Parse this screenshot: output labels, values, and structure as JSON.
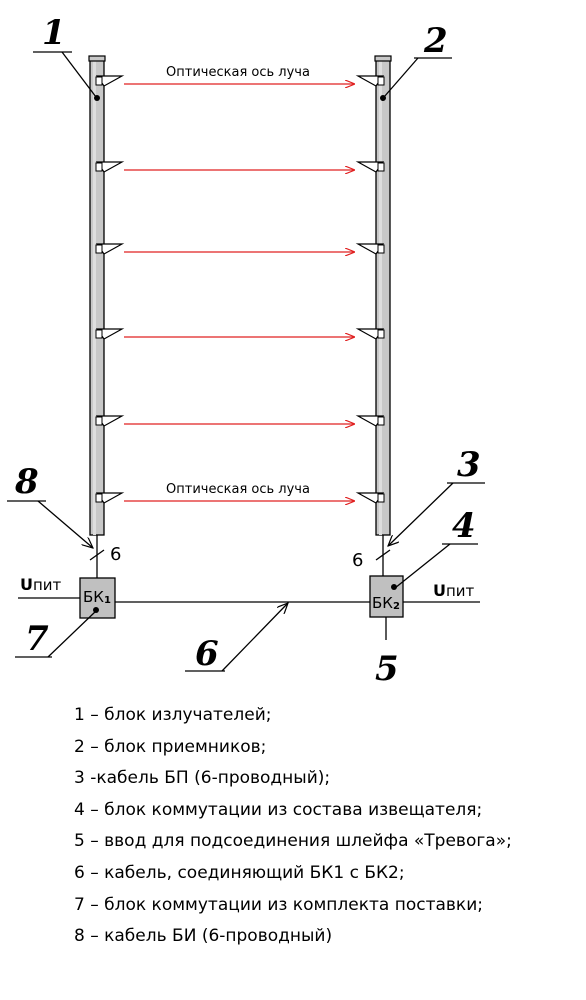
{
  "callouts": {
    "c1": "1",
    "c2": "2",
    "c3": "3",
    "c4": "4",
    "c5": "5",
    "c6": "6",
    "c7": "7",
    "c8": "8"
  },
  "beam_label": "Оптическая ось луча",
  "wire_label": "6",
  "left_box": {
    "main": "БК",
    "sub": "1"
  },
  "right_box": {
    "main": "БК",
    "sub": "2"
  },
  "power": {
    "u": "U",
    "sub": "пит"
  },
  "legend": [
    "1 – блок излучателей;",
    "2 – блок приемников;",
    "3 -кабель БП (6-проводный);",
    "4 – блок коммутации из состава извещателя;",
    "5 – ввод для подсоединения шлейфа «Тревога»;",
    "6 – кабель, соединяющий БК1 с БК2;",
    "7 – блок коммутации из комплекта поставки;",
    "8 – кабель БИ (6-проводный)"
  ],
  "colors": {
    "beam": "#e02020",
    "post_fill": "#c8c8c8",
    "box_fill": "#c0c0c0",
    "line": "#000000"
  }
}
